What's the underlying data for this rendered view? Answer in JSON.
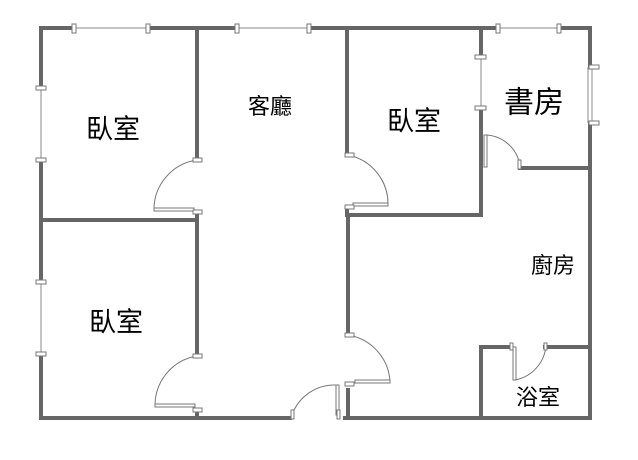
{
  "title": "Floor plan",
  "rooms": {
    "bedroom_top_left": "臥室",
    "living_room": "客廳",
    "bedroom_middle": "臥室",
    "study": "書房",
    "kitchen": "廚房",
    "bedroom_bottom_left": "臥室",
    "bathroom": "浴室"
  },
  "colors": {
    "wall": "#666666",
    "fixture": "#777777"
  }
}
